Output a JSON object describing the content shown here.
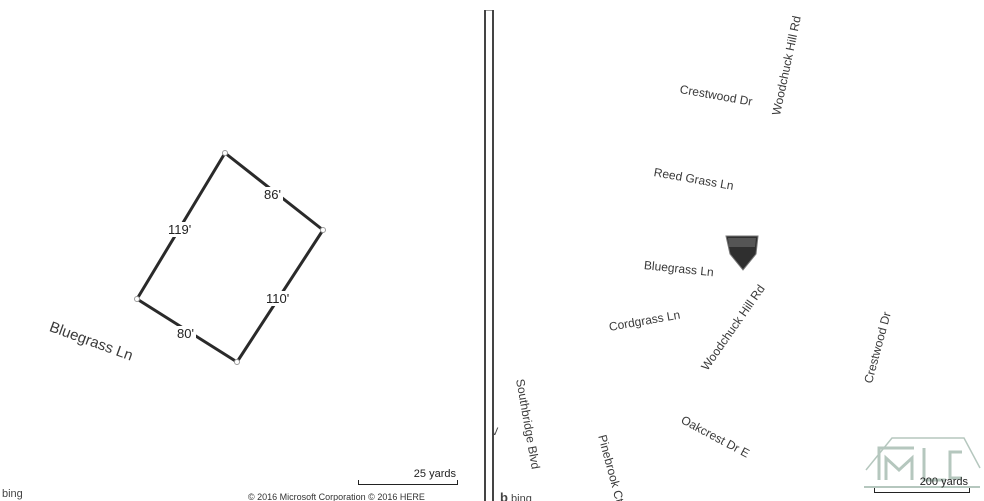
{
  "left_map": {
    "street_label": "Bluegrass Ln",
    "dimensions": {
      "top": "86'",
      "left": "119'",
      "right": "110'",
      "bottom": "80'"
    },
    "scale_label": "25 yards",
    "brand": "bing",
    "copyright": "© 2016 Microsoft Corporation © 2016 HERE"
  },
  "right_map": {
    "streets": {
      "crestwood_dr_top": "Crestwood Dr",
      "woodchuck_hill_rd_top": "Woodchuck Hill Rd",
      "reed_grass_ln": "Reed Grass Ln",
      "bluegrass_ln": "Bluegrass Ln",
      "woodchuck_hill_rd": "Woodchuck Hill Rd",
      "cordgrass_ln": "Cordgrass Ln",
      "crestwood_dr_right": "Crestwood Dr",
      "southbridge_blvd": "Southbridge Blvd",
      "pinebrook_ct": "Pinebrook Ct",
      "oakcrest_dr_e": "Oakcrest Dr E"
    },
    "marker_icon": "location-pin-icon",
    "scale_label": "200 yards",
    "brand": "bing",
    "watermark_logo": "smlc-logo"
  }
}
